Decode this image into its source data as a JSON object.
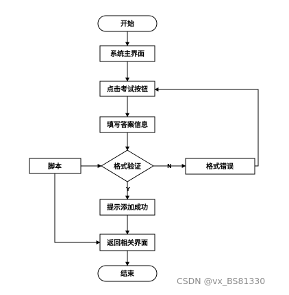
{
  "nodes": {
    "start": "开始",
    "main_ui": "系统主界面",
    "click_test": "点击考试按钮",
    "fill_answer": "填写答案信息",
    "format_check": "格式验证",
    "format_error": "格式错误",
    "script": "脚本",
    "prompt_success": "提示添加成功",
    "return_page": "返回相关界面",
    "end": "结束"
  },
  "edge_labels": {
    "no": "N",
    "yes": "Y"
  },
  "watermark": "CSDN @vx_BS81330"
}
